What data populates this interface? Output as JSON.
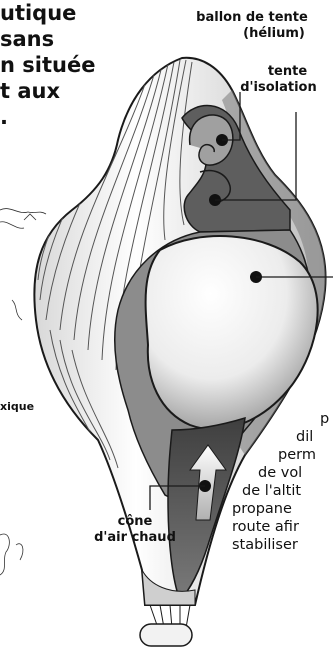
{
  "intro_lines": [
    "utique",
    "sans",
    "n située",
    "t aux",
    "."
  ],
  "labels": {
    "helium_balloon": [
      "ballon de tente",
      "(hélium)"
    ],
    "insulation_tent": [
      "tente",
      "d'isolation"
    ],
    "hot_air_cone": [
      "cône",
      "d'air chaud"
    ],
    "left_fragment": "xique"
  },
  "description_lines": [
    "p",
    "dil",
    "perm",
    "de vol",
    "de l'altit",
    "propane",
    "route afir",
    "stabiliser"
  ],
  "colors": {
    "envelope_light": "#f3f3f3",
    "envelope_stripes": "#555555",
    "dark_gray": "#5e5e5e",
    "mid_gray": "#9a9a9a",
    "outline": "#1a1a1a"
  }
}
